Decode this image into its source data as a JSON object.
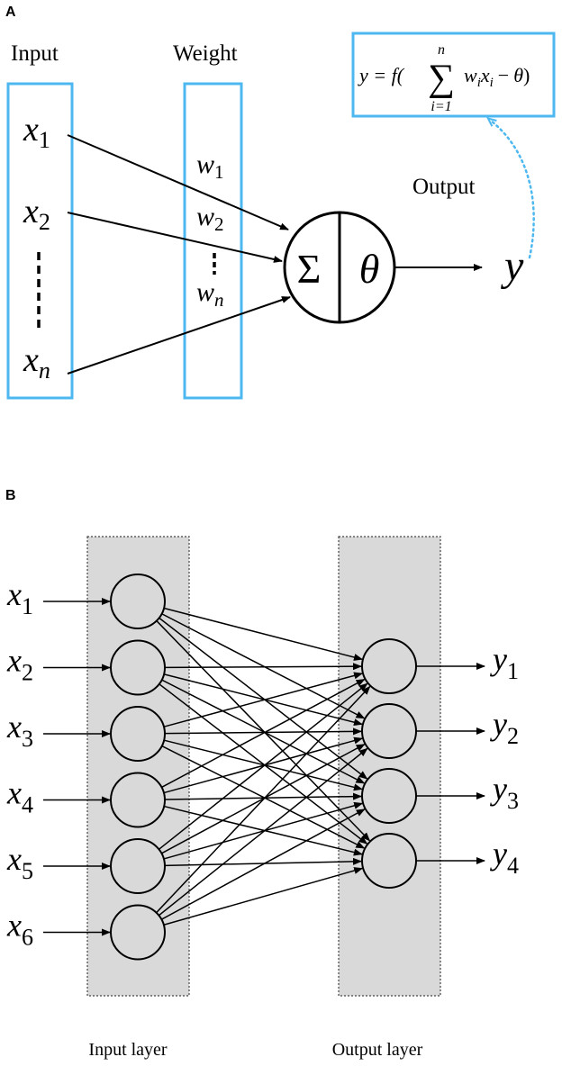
{
  "panel_a": {
    "label": "A",
    "input_title": "Input",
    "weight_title": "Weight",
    "output_title": "Output",
    "inputs": [
      {
        "base": "x",
        "sub": "1"
      },
      {
        "base": "x",
        "sub": "2"
      },
      {
        "base": "x",
        "sub": "n"
      }
    ],
    "weights": [
      {
        "base": "w",
        "sub": "1"
      },
      {
        "base": "w",
        "sub": "2"
      },
      {
        "base": "w",
        "sub": "n"
      }
    ],
    "neuron": {
      "sum_symbol": "Σ",
      "threshold_symbol": "θ"
    },
    "output_symbol": "y",
    "formula": {
      "lhs": "y = f(",
      "sigma": "∑",
      "upper": "n",
      "lower": "i=1",
      "w": "w",
      "w_sub": "i",
      "x": "x",
      "x_sub": "i",
      "minus": "−",
      "theta": "θ",
      "close": ")"
    },
    "box_color": "#4db8f0",
    "dotted_arrow_color": "#4db8f0"
  },
  "panel_b": {
    "label": "B",
    "input_layer_caption": "Input layer",
    "output_layer_caption": "Output layer",
    "inputs": [
      {
        "base": "x",
        "sub": "1"
      },
      {
        "base": "x",
        "sub": "2"
      },
      {
        "base": "x",
        "sub": "3"
      },
      {
        "base": "x",
        "sub": "4"
      },
      {
        "base": "x",
        "sub": "5"
      },
      {
        "base": "x",
        "sub": "6"
      }
    ],
    "outputs": [
      {
        "base": "y",
        "sub": "1"
      },
      {
        "base": "y",
        "sub": "2"
      },
      {
        "base": "y",
        "sub": "3"
      },
      {
        "base": "y",
        "sub": "4"
      }
    ],
    "layer_fill": "#d9d9d9",
    "node_fill": "#d9d9d9"
  }
}
